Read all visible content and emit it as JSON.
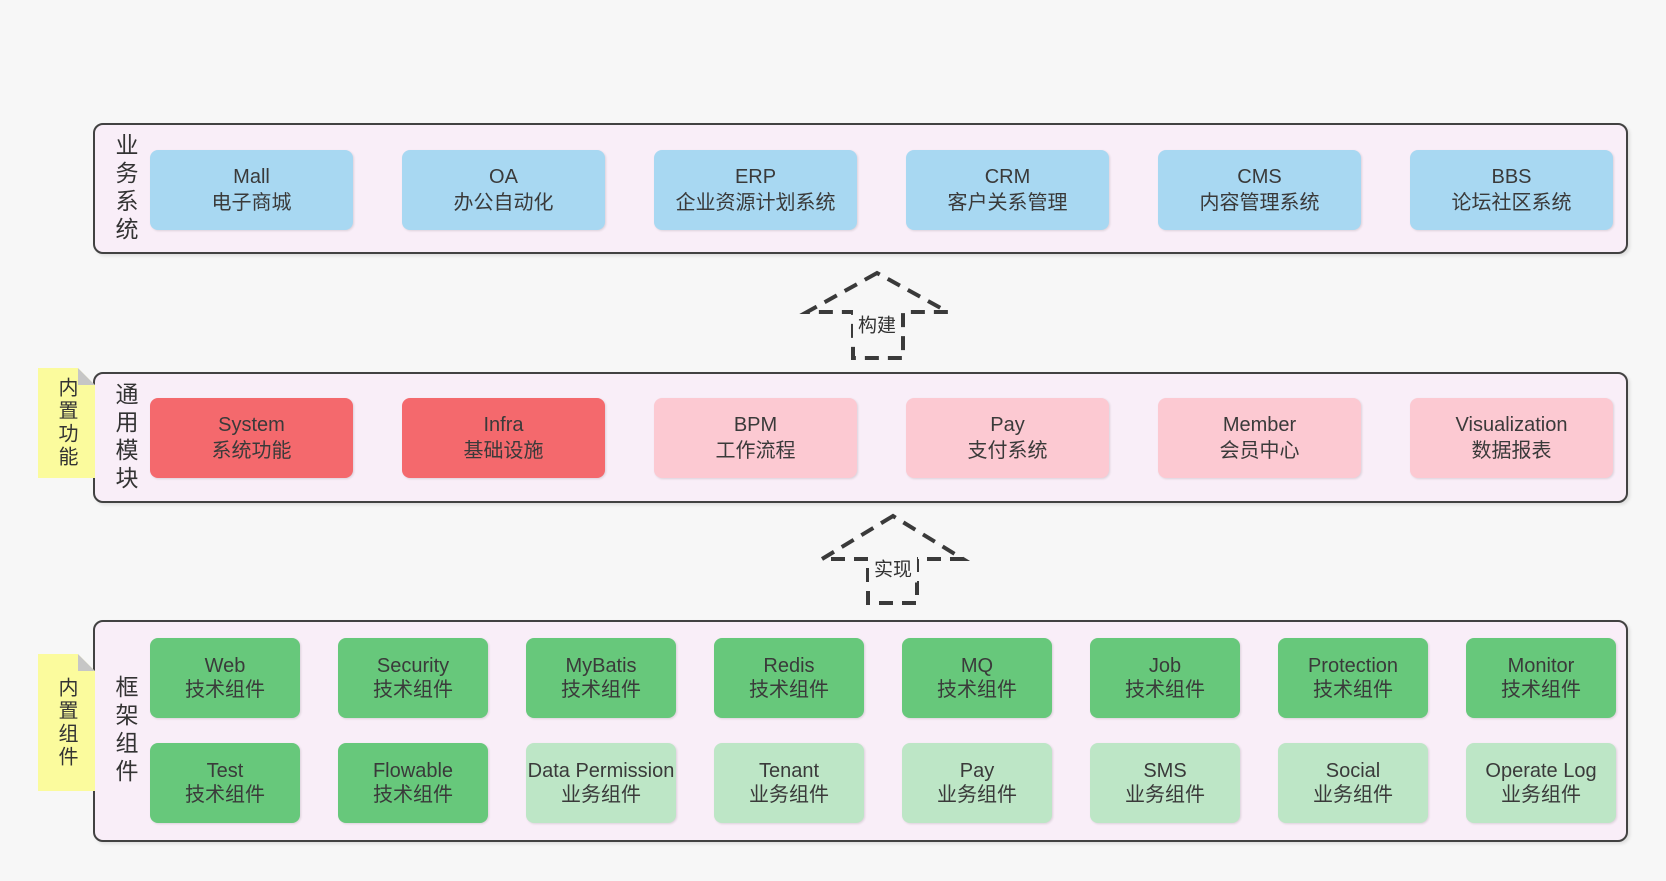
{
  "colors": {
    "page_bg": "#f7f7f7",
    "band_bg": "#f9eef8",
    "band_border": "#424242",
    "box_blue": "#a8d8f2",
    "box_red": "#f4696d",
    "box_pink": "#fcc9d2",
    "box_green_dark": "#67c87b",
    "box_green_light": "#bde6c6",
    "note_yellow": "#fbfb9d",
    "note_fold_gray": "#c6c6c6",
    "text": "#3a3a3a"
  },
  "notes": {
    "features": {
      "label": "内置功能"
    },
    "components": {
      "label": "内置组件"
    }
  },
  "arrows": {
    "build": {
      "label": "构建"
    },
    "implement": {
      "label": "实现"
    }
  },
  "bands": {
    "business": {
      "label": "业务系统",
      "boxes": [
        {
          "en": "Mall",
          "zh": "电子商城"
        },
        {
          "en": "OA",
          "zh": "办公自动化"
        },
        {
          "en": "ERP",
          "zh": "企业资源计划系统"
        },
        {
          "en": "CRM",
          "zh": "客户关系管理"
        },
        {
          "en": "CMS",
          "zh": "内容管理系统"
        },
        {
          "en": "BBS",
          "zh": "论坛社区系统"
        }
      ]
    },
    "modules": {
      "label": "通用模块",
      "boxes": [
        {
          "en": "System",
          "zh": "系统功能"
        },
        {
          "en": "Infra",
          "zh": "基础设施"
        },
        {
          "en": "BPM",
          "zh": "工作流程"
        },
        {
          "en": "Pay",
          "zh": "支付系统"
        },
        {
          "en": "Member",
          "zh": "会员中心"
        },
        {
          "en": "Visualization",
          "zh": "数据报表"
        }
      ]
    },
    "framework": {
      "label": "框架组件",
      "rows": [
        [
          {
            "en": "Web",
            "zh": "技术组件"
          },
          {
            "en": "Security",
            "zh": "技术组件"
          },
          {
            "en": "MyBatis",
            "zh": "技术组件"
          },
          {
            "en": "Redis",
            "zh": "技术组件"
          },
          {
            "en": "MQ",
            "zh": "技术组件"
          },
          {
            "en": "Job",
            "zh": "技术组件"
          },
          {
            "en": "Protection",
            "zh": "技术组件"
          },
          {
            "en": "Monitor",
            "zh": "技术组件"
          }
        ],
        [
          {
            "en": "Test",
            "zh": "技术组件"
          },
          {
            "en": "Flowable",
            "zh": "技术组件"
          },
          {
            "en": "Data Permission",
            "zh": "业务组件"
          },
          {
            "en": "Tenant",
            "zh": "业务组件"
          },
          {
            "en": "Pay",
            "zh": "业务组件"
          },
          {
            "en": "SMS",
            "zh": "业务组件"
          },
          {
            "en": "Social",
            "zh": "业务组件"
          },
          {
            "en": "Operate Log",
            "zh": "业务组件"
          }
        ]
      ]
    }
  }
}
